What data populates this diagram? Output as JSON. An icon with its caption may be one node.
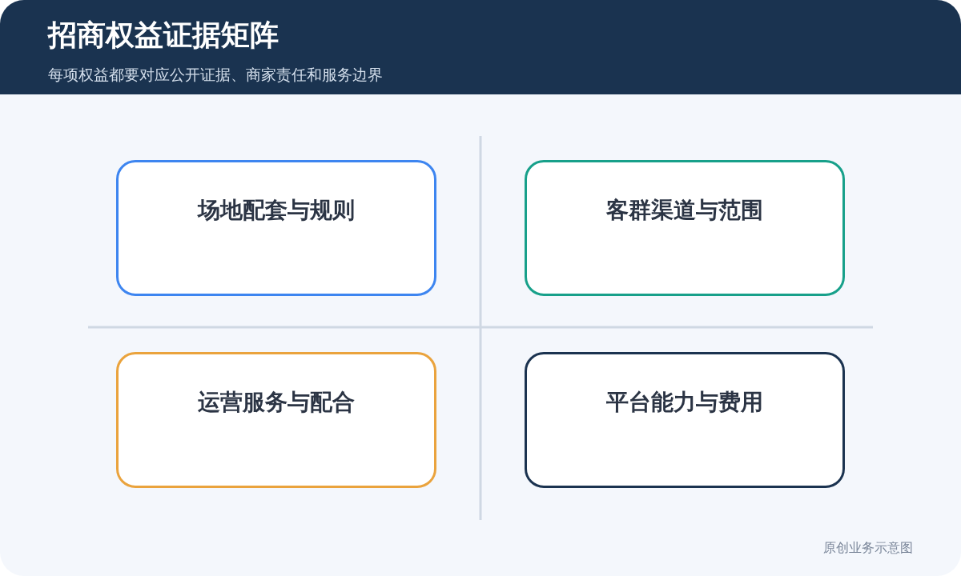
{
  "diagram": {
    "title": "招商权益证据矩阵",
    "nodes": [
      {
        "text": [
          "场地配套与规则"
        ]
      },
      {
        "text": [
          "客群渠道与范围"
        ]
      },
      {
        "text": [
          "运营服务与配合"
        ]
      },
      {
        "text": [
          "平台能力与费用"
        ]
      }
    ],
    "labels": [
      "每项权益都要对应公开证据、商家责任和服务边界",
      "原创业务示意图"
    ]
  }
}
